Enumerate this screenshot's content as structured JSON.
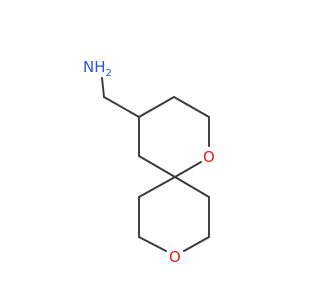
{
  "molecule": {
    "atoms": {
      "amine": "NH",
      "amine_h2_sub": "2",
      "ring_oxygen_1": "O",
      "ring_oxygen_2": "O"
    },
    "colors": {
      "bond": "#3a3a3a",
      "oxygen": "#e0201b",
      "nitrogen": "#3050e0",
      "background": "#ffffff"
    }
  }
}
